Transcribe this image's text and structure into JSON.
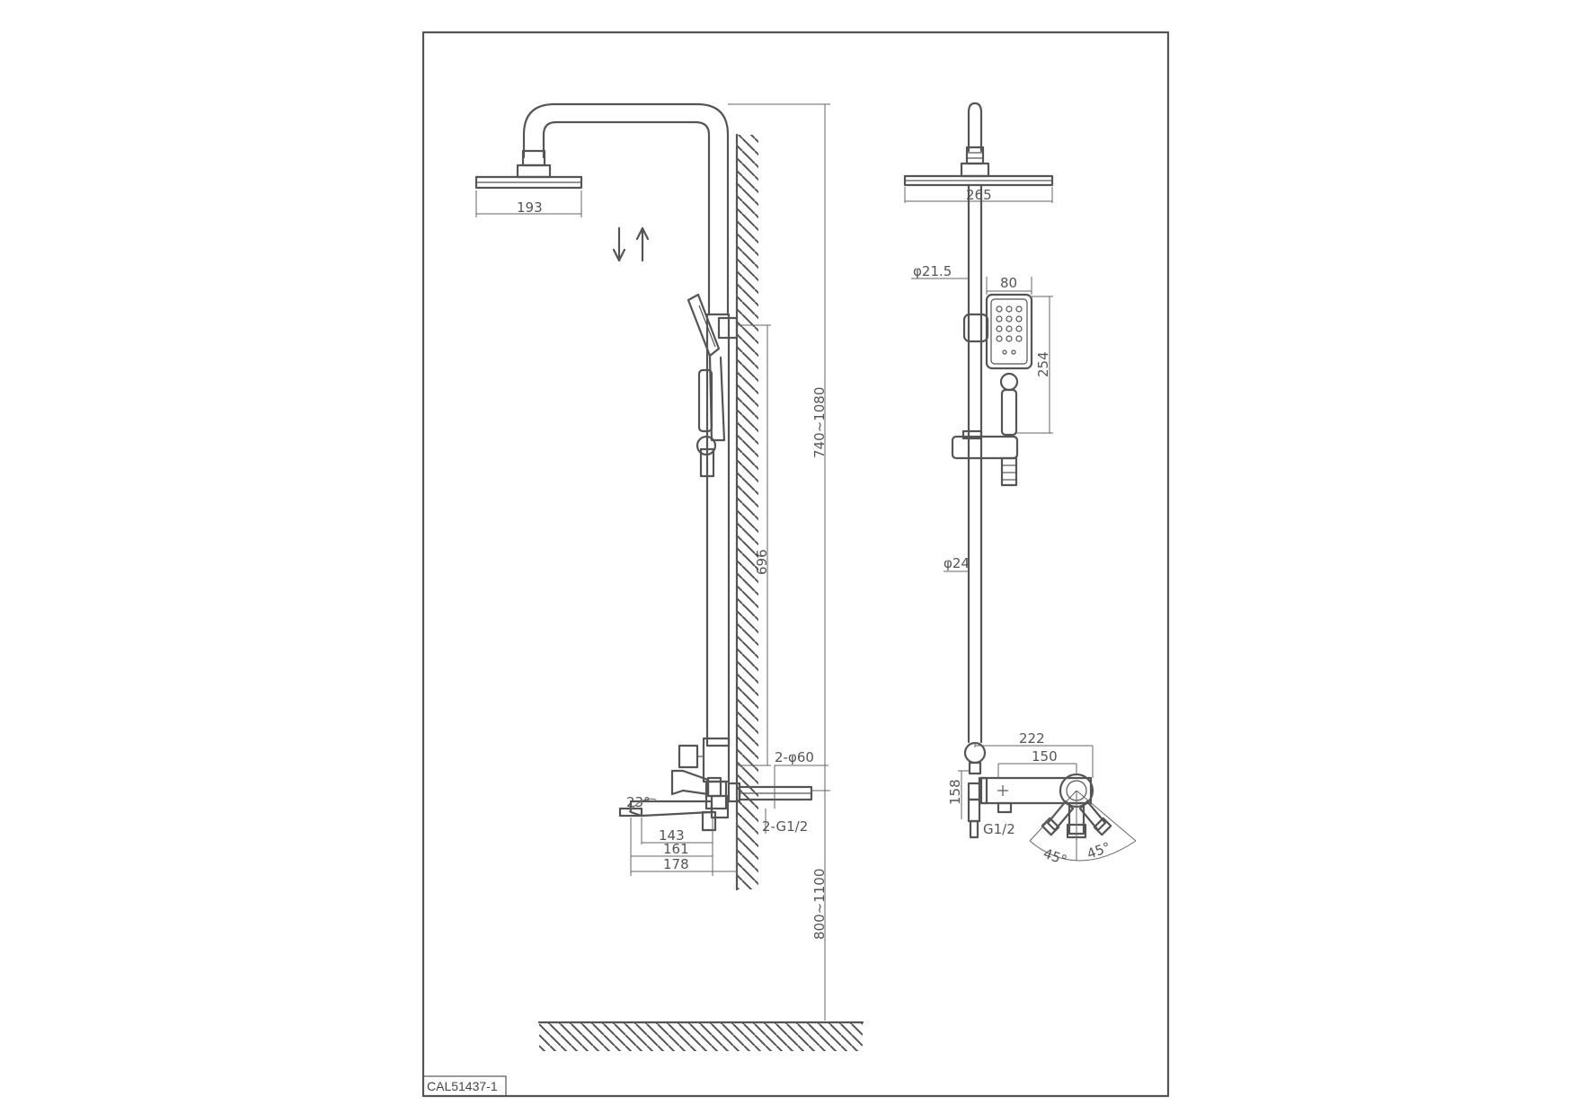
{
  "drawing_code": "CAL51437-1",
  "side_view": {
    "dim_head_width": "193",
    "dim_rail_total": "740~1080",
    "dim_rail_length": "696",
    "dim_inlet_cover": "2-φ60",
    "dim_inlet_thread": "2-G1/2",
    "dim_spout_angle": "23°",
    "dim_spout_143": "143",
    "dim_spout_161": "161",
    "dim_spout_178": "178",
    "dim_mount_height": "800~1100"
  },
  "front_view": {
    "dim_head_width": "265",
    "dim_upper_pipe": "φ21.5",
    "dim_hand_width": "80",
    "dim_hand_length": "254",
    "dim_lower_pipe": "φ24",
    "dim_mixer_222": "222",
    "dim_mixer_150": "150",
    "dim_mixer_height": "158",
    "dim_outlet_thread": "G1/2",
    "dim_angle_left": "45°",
    "dim_angle_right": "45°"
  },
  "colors": {
    "line": "#555555",
    "background": "#ffffff"
  }
}
